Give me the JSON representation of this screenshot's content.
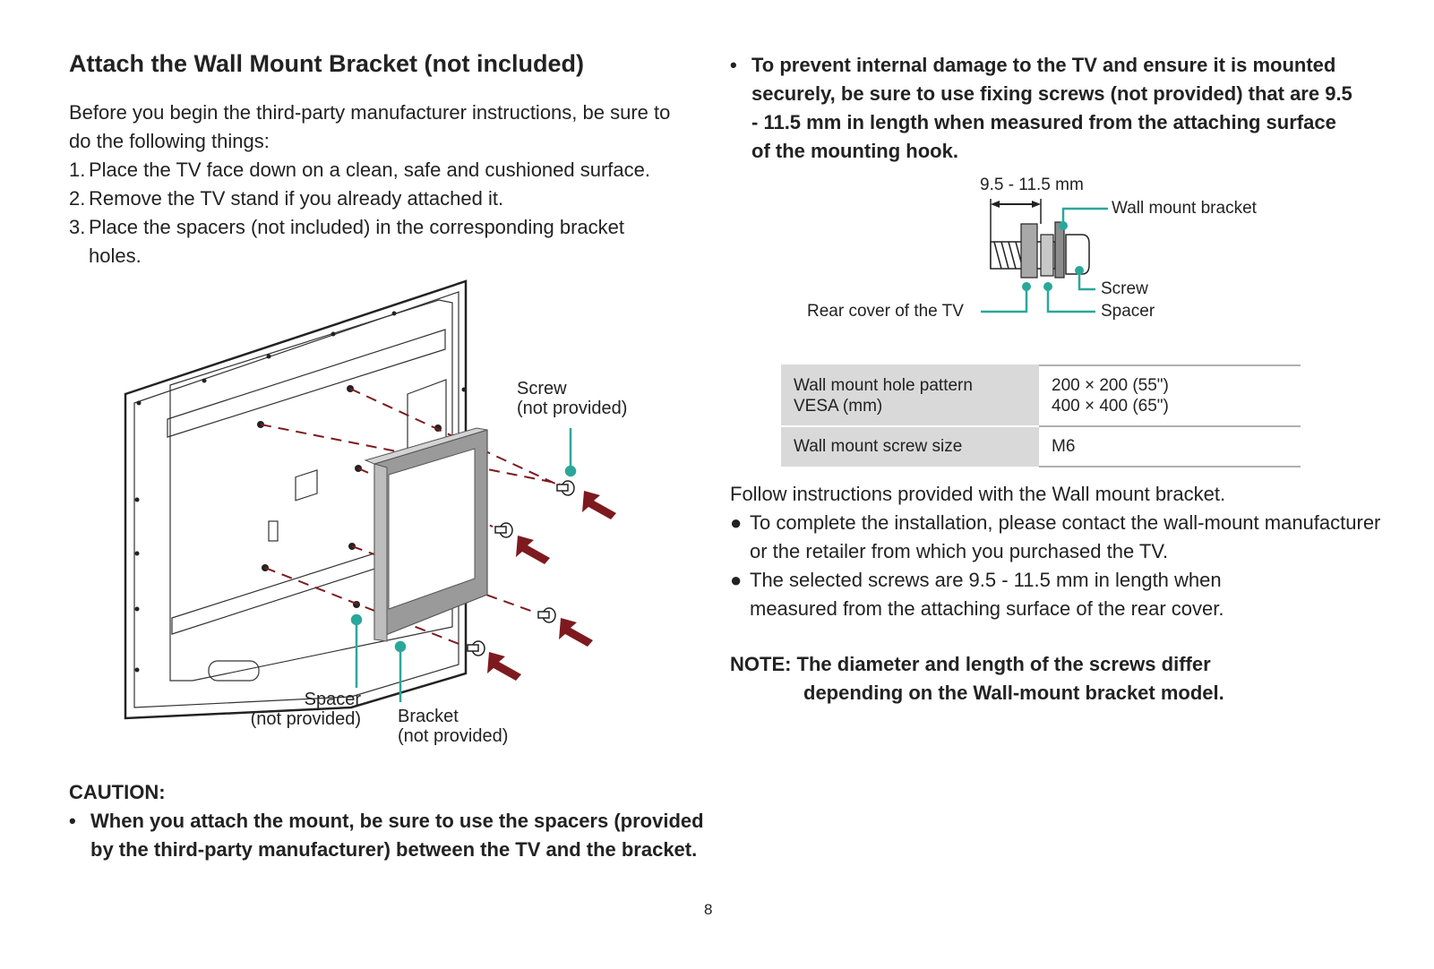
{
  "left": {
    "title": "Attach the Wall Mount Bracket (not included)",
    "intro": "Before you begin the third-party manufacturer instructions, be sure to do the following things:",
    "steps": [
      {
        "num": "1.",
        "text": "Place the TV face down on a clean, safe and cushioned surface."
      },
      {
        "num": "2.",
        "text": "Remove the TV stand if you already attached it."
      },
      {
        "num": "3.",
        "text": "Place the spacers (not included) in the corresponding bracket holes."
      }
    ],
    "figure_labels": {
      "screw_1": "Screw",
      "screw_2": "(not provided)",
      "spacer_1": "Spacer",
      "spacer_2": "(not provided)",
      "bracket_1": "Bracket",
      "bracket_2": "(not provided)"
    },
    "caution_title": "CAUTION:",
    "caution_items": [
      "When you attach the mount, be sure to use the spacers (provided by the third-party manufacturer) between the TV and the bracket."
    ]
  },
  "right": {
    "bullets": [
      "To prevent internal damage to the TV and ensure it is mounted securely, be sure to use fixing screws (not provided) that are 9.5 - 11.5 mm in length when measured from the attaching surface of the mounting hook."
    ],
    "screw_figure": {
      "dimension": "9.5 - 11.5 mm",
      "wall_mount_bracket": "Wall mount bracket",
      "screw": "Screw",
      "spacer": "Spacer",
      "rear_cover": "Rear cover of the TV"
    },
    "table": {
      "rows": [
        {
          "key_line1": "Wall mount hole pattern",
          "key_line2": "VESA (mm)",
          "val_line1": "200 × 200 (55\")",
          "val_line2": "400 × 400 (65\")"
        },
        {
          "key_line1": "Wall mount screw size",
          "key_line2": "",
          "val_line1": "M6",
          "val_line2": ""
        }
      ]
    },
    "follow_text": "Follow instructions provided with the Wall mount bracket.",
    "follow_items": [
      "To complete the installation, please contact the wall-mount manufacturer or the retailer from which you purchased the TV.",
      "The selected screws are 9.5 - 11.5 mm in length when measured from the attaching surface of the rear cover."
    ],
    "note_line1": "NOTE: The diameter and length of the screws differ",
    "note_line2": "depending on the Wall-mount bracket model."
  },
  "page_number": "8",
  "colors": {
    "teal": "#2aa79b",
    "arrow": "#7d1a1f",
    "bracket_gray": "#9a9a9a",
    "table_gray": "#d9d9d9"
  }
}
